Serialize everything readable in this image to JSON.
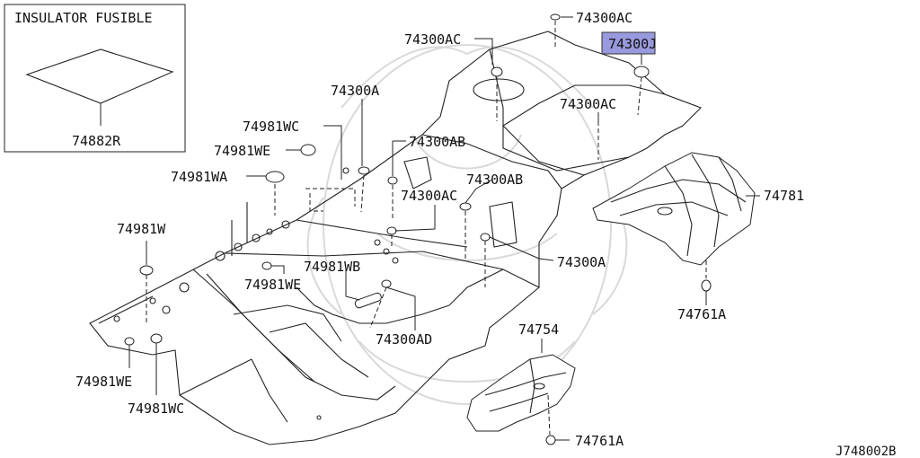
{
  "inset": {
    "title": "INSULATOR FUSIBLE",
    "part_number": "74882R"
  },
  "callouts": [
    "74300AC",
    "74300J",
    "74300AC",
    "74300AC",
    "74300A",
    "74981WC",
    "74981WE",
    "74300AB",
    "74981WA",
    "74300AB",
    "74300AC",
    "74781",
    "74981W",
    "74300A",
    "74981WB",
    "74981WE",
    "74761A",
    "74754",
    "74300AD",
    "74981WE",
    "74981WC",
    "74761A"
  ],
  "highlighted_part": "74300J",
  "highlight_color": "#9999dd",
  "diagram_code": "J748002B"
}
